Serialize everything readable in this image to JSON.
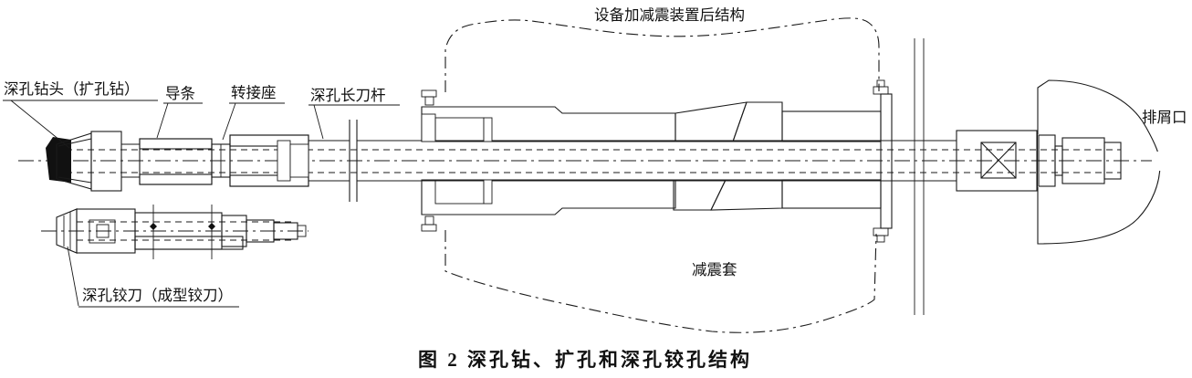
{
  "figure": {
    "caption": "图 2 深孔钻、扩孔和深孔铰孔结构"
  },
  "labels": {
    "drill_head": "深孔钻头（扩孔钻）",
    "guide_strip": "导条",
    "adapter_seat": "转接座",
    "long_cutter_bar": "深孔长刀杆",
    "damped_structure": "设备加减震装置后结构",
    "damper_sleeve": "减震套",
    "chip_outlet": "排屑口",
    "deep_hole_reamer": "深孔铰刀（成型铰刀）"
  },
  "colors": {
    "line": "#1a1a1a",
    "background": "#ffffff",
    "carbide_insert": "#111111"
  }
}
